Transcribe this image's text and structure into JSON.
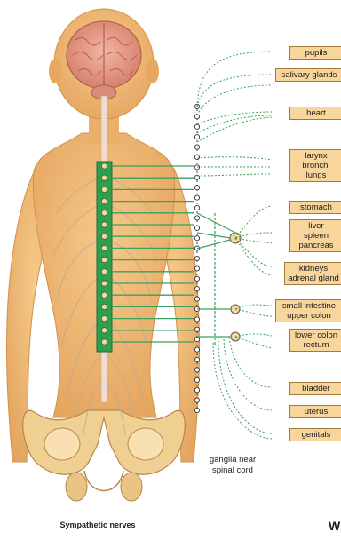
{
  "figure": {
    "title": "Sympathetic nerves",
    "ganglia_caption": "ganglia near\nspinal cord",
    "corner_fragment": "W"
  },
  "organs": [
    {
      "label": "pupils"
    },
    {
      "label": "salivary glands"
    },
    {
      "label": "heart"
    },
    {
      "label": "larynx\nbronchi\nlungs"
    },
    {
      "label": "stomach"
    },
    {
      "label": "liver\nspleen\npancreas"
    },
    {
      "label": "kidneys\nadrenal gland"
    },
    {
      "label": "small intestine\nupper colon"
    },
    {
      "label": "lower colon\nrectum"
    },
    {
      "label": "bladder"
    },
    {
      "label": "uterus"
    },
    {
      "label": "genitals"
    }
  ],
  "colors": {
    "skin": "#efb871",
    "skin_shadow": "#d99a52",
    "brain": "#e79a86",
    "spine_segment": "#2f9e4f",
    "nerve_line": "#3aa15a",
    "organ_box": "#f7d59b",
    "bone": "#f0cf93"
  }
}
